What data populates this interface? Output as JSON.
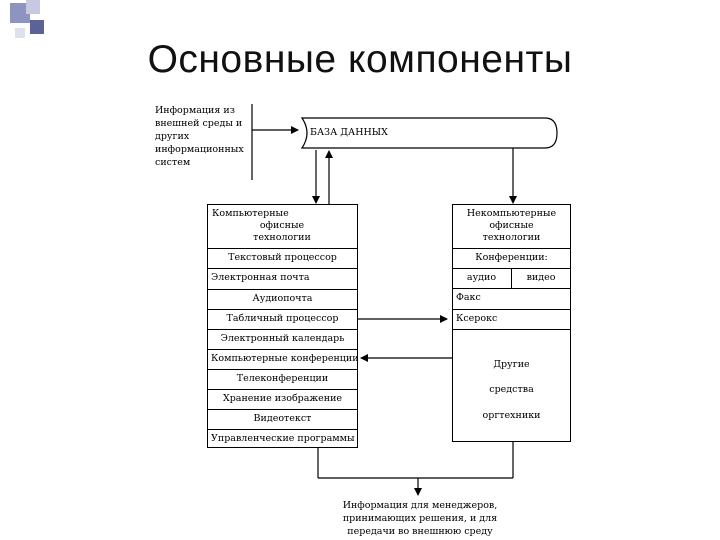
{
  "title": "Основные компоненты",
  "external_info": [
    "Информация из",
    "внешней среды и",
    "других",
    "информационных",
    "систем"
  ],
  "database": "БАЗА ДАННЫХ",
  "left_column": {
    "header": [
      "Компьютерные",
      "офисные",
      "технологии"
    ],
    "rows": [
      "Текстовый процессор",
      "Электронная почта",
      "Аудиопочта",
      "Табличный процессор",
      "Электронный календарь",
      "Компьютерные конференции",
      "Телеконференции",
      "Хранение изображение",
      "Видеотекст",
      "Управленческие программы"
    ]
  },
  "right_column": {
    "header": [
      "Некомпьютерные",
      "офисные",
      "технологии"
    ],
    "conferences": "Конференции:",
    "audio": "аудио",
    "video": "видео",
    "fax": "Факс",
    "xerox": "Ксерокс",
    "other": [
      "Другие",
      "средства",
      "оргтехники"
    ]
  },
  "output_info": [
    "Информация для менеджеров,",
    "принимающих решения, и для",
    "передачи во внешнюю среду"
  ]
}
